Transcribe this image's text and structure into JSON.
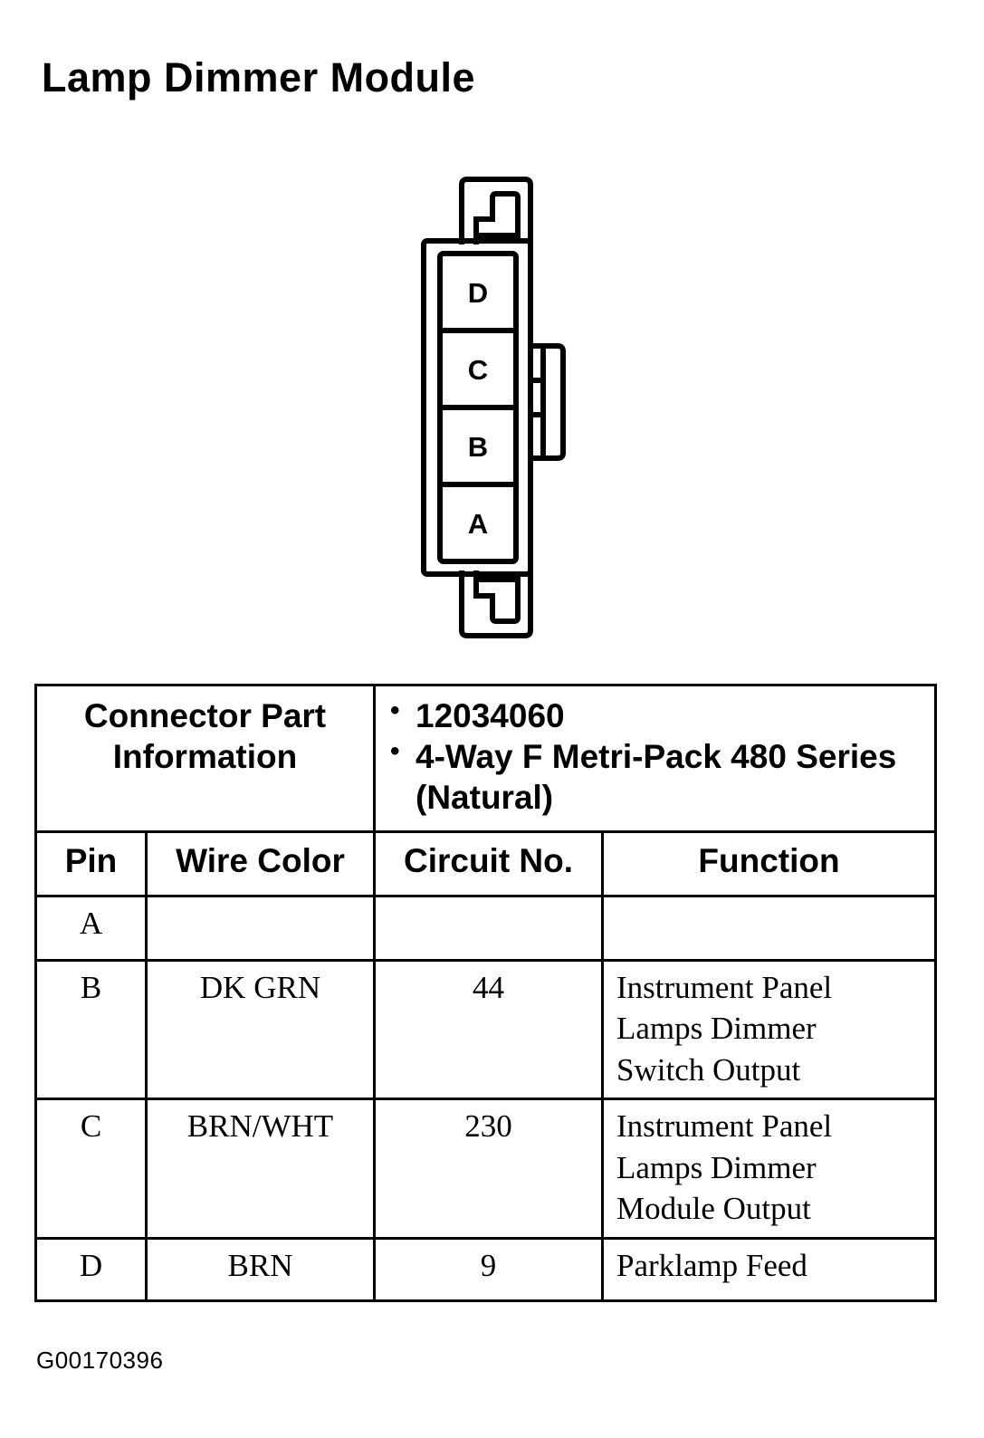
{
  "page": {
    "title": "Lamp Dimmer Module",
    "footer_code": "G00170396"
  },
  "connector": {
    "pins": [
      {
        "label": "D"
      },
      {
        "label": "C"
      },
      {
        "label": "B"
      },
      {
        "label": "A"
      }
    ]
  },
  "table": {
    "connector_part_information": {
      "label": "Connector Part Information",
      "values": [
        "12034060",
        "4-Way F Metri-Pack 480 Series (Natural)"
      ]
    },
    "headers": {
      "pin": "Pin",
      "wire_color": "Wire Color",
      "circuit_no": "Circuit No.",
      "function": "Function"
    },
    "rows": [
      {
        "pin": "A",
        "wire_color": "",
        "circuit_no": "",
        "function_lines": [
          "",
          "",
          ""
        ],
        "function": ""
      },
      {
        "pin": "B",
        "wire_color": "DK GRN",
        "circuit_no": "44",
        "function_lines": [
          "Instrument Panel",
          "Lamps Dimmer",
          "Switch Output"
        ],
        "function": "Instrument Panel Lamps Dimmer Switch Output"
      },
      {
        "pin": "C",
        "wire_color": "BRN/WHT",
        "circuit_no": "230",
        "function_lines": [
          "Instrument Panel",
          "Lamps Dimmer",
          "Module Output"
        ],
        "function": "Instrument Panel Lamps Dimmer Module Output"
      },
      {
        "pin": "D",
        "wire_color": "BRN",
        "circuit_no": "9",
        "function_lines": [
          "Parklamp Feed"
        ],
        "function": "Parklamp Feed"
      }
    ]
  },
  "colors": {
    "ink": "#000000",
    "paper": "#ffffff"
  }
}
